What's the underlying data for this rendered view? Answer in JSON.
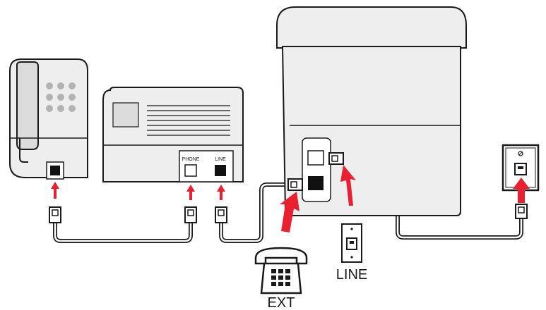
{
  "colors": {
    "device_fill": "#eeeeee",
    "device_fill_dark": "#dcdcdc",
    "outline": "#1a1a1a",
    "cable_fill": "#ffffff",
    "arrow_red": "#e8202f",
    "jack_dark": "#111111"
  },
  "answering_machine": {
    "phone_port_label": "PHONE",
    "line_port_label": "LINE"
  },
  "printer": {
    "icons": [
      "ext-port-icon",
      "line-port-icon"
    ]
  },
  "labels": {
    "line": "LINE",
    "ext": "EXT"
  },
  "icons": {
    "telephone": "telephone-icon",
    "wall_outlet": "wall-outlet-icon",
    "wall_jack": "wall-jack-icon"
  }
}
